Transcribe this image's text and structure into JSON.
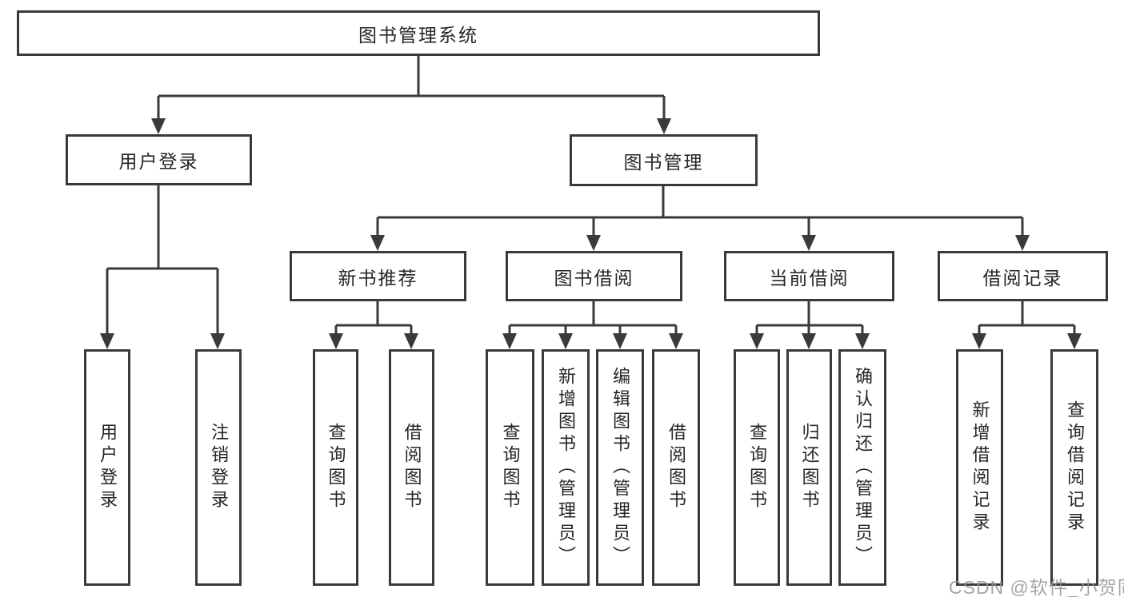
{
  "diagram": {
    "type": "tree",
    "root": {
      "label": "图书管理系统"
    },
    "branches": [
      {
        "label": "用户登录",
        "children": [
          {
            "label": "用户登录"
          },
          {
            "label": "注销登录"
          }
        ]
      },
      {
        "label": "图书管理",
        "children": [
          {
            "label": "新书推荐",
            "children": [
              {
                "label": "查询图书"
              },
              {
                "label": "借阅图书"
              }
            ]
          },
          {
            "label": "图书借阅",
            "children": [
              {
                "label": "查询图书"
              },
              {
                "label": "新增图书（管理员）"
              },
              {
                "label": "编辑图书（管理员）"
              },
              {
                "label": "借阅图书"
              }
            ]
          },
          {
            "label": "当前借阅",
            "children": [
              {
                "label": "查询图书"
              },
              {
                "label": "归还图书"
              },
              {
                "label": "确认归还（管理员）"
              }
            ]
          },
          {
            "label": "借阅记录",
            "children": [
              {
                "label": "新增借阅记录"
              },
              {
                "label": "查询借阅记录"
              }
            ]
          }
        ]
      }
    ]
  },
  "watermark": "CSDN @软件_小贺同学",
  "colors": {
    "line": "#3a3a3a",
    "text": "#262626",
    "box_background": "#ffffff",
    "watermark": "#949494",
    "background": "#ffffff"
  }
}
